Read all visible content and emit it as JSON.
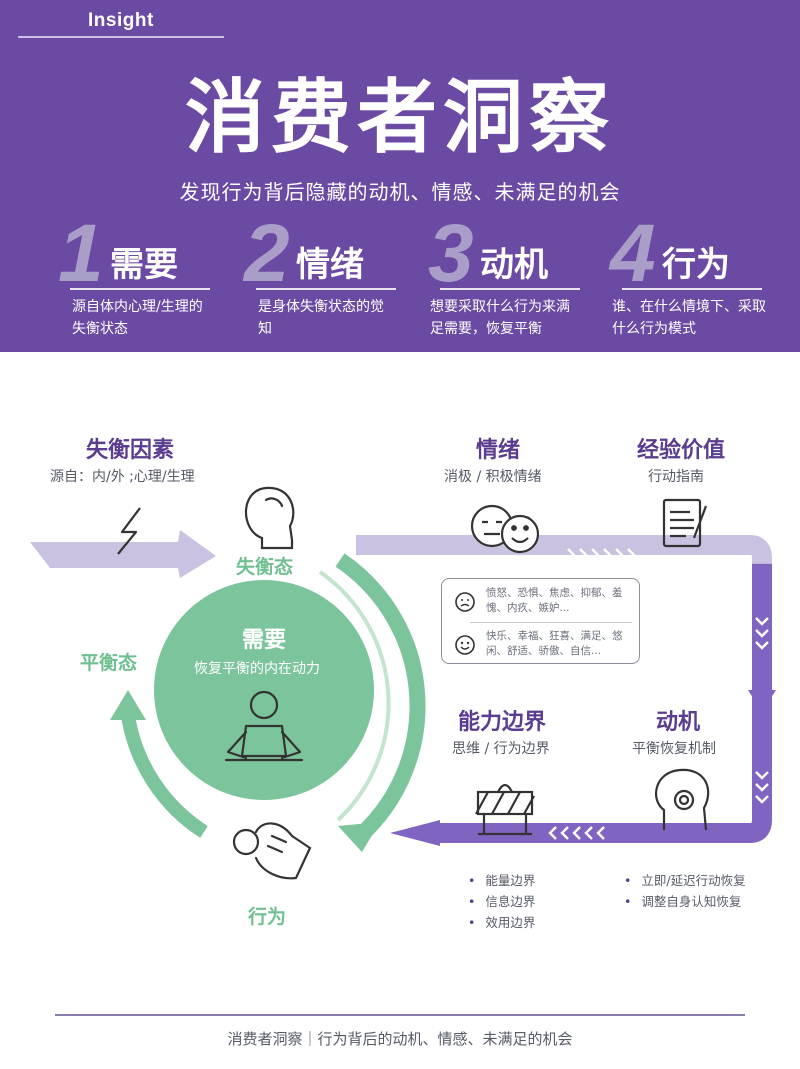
{
  "header": {
    "tag": "Insight",
    "title": "消费者洞察",
    "subtitle": "发现行为背后隐藏的动机、情感、未满足的机会",
    "steps": [
      {
        "num": "1",
        "label": "需要",
        "desc": "源自体内心理/生理的失衡状态"
      },
      {
        "num": "2",
        "label": "情绪",
        "desc": "是身体失衡状态的觉知"
      },
      {
        "num": "3",
        "label": "动机",
        "desc": "想要采取什么行为来满足需要，恢复平衡"
      },
      {
        "num": "4",
        "label": "行为",
        "desc": "谁、在什么情境下、采取什么行为模式"
      }
    ]
  },
  "diagram": {
    "imbalance_factor": {
      "title": "失衡因素",
      "sub": "源自：内/外 ;心理/生理"
    },
    "emotion": {
      "title": "情绪",
      "sub": "消极 / 积极情绪"
    },
    "experience": {
      "title": "经验价值",
      "sub": "行动指南"
    },
    "state_imbalance": "失衡态",
    "state_balance": "平衡态",
    "behavior": "行为",
    "need": {
      "title": "需要",
      "sub": "恢复平衡的内在动力"
    },
    "emotions_box": {
      "negative": "愤怒、恐惧、焦虑、抑郁、羞愧、内疚、嫉妒...",
      "positive": "快乐、幸福、狂喜、满足、悠闲、舒适、骄傲、自信..."
    },
    "ability": {
      "title": "能力边界",
      "sub": "思维 / 行为边界",
      "items": [
        "能量边界",
        "信息边界",
        "效用边界"
      ]
    },
    "motivation": {
      "title": "动机",
      "sub": "平衡恢复机制",
      "items": [
        "立即/延迟行动恢复",
        "调整自身认知恢复"
      ]
    }
  },
  "footer": {
    "text": "消费者洞察｜行为背后的动机、情感、未满足的机会"
  },
  "colors": {
    "purple": "#6b4aa3",
    "green": "#7cc49b",
    "light_purple": "#c8c0e0",
    "arrow_purple": "#7b5fc0"
  }
}
